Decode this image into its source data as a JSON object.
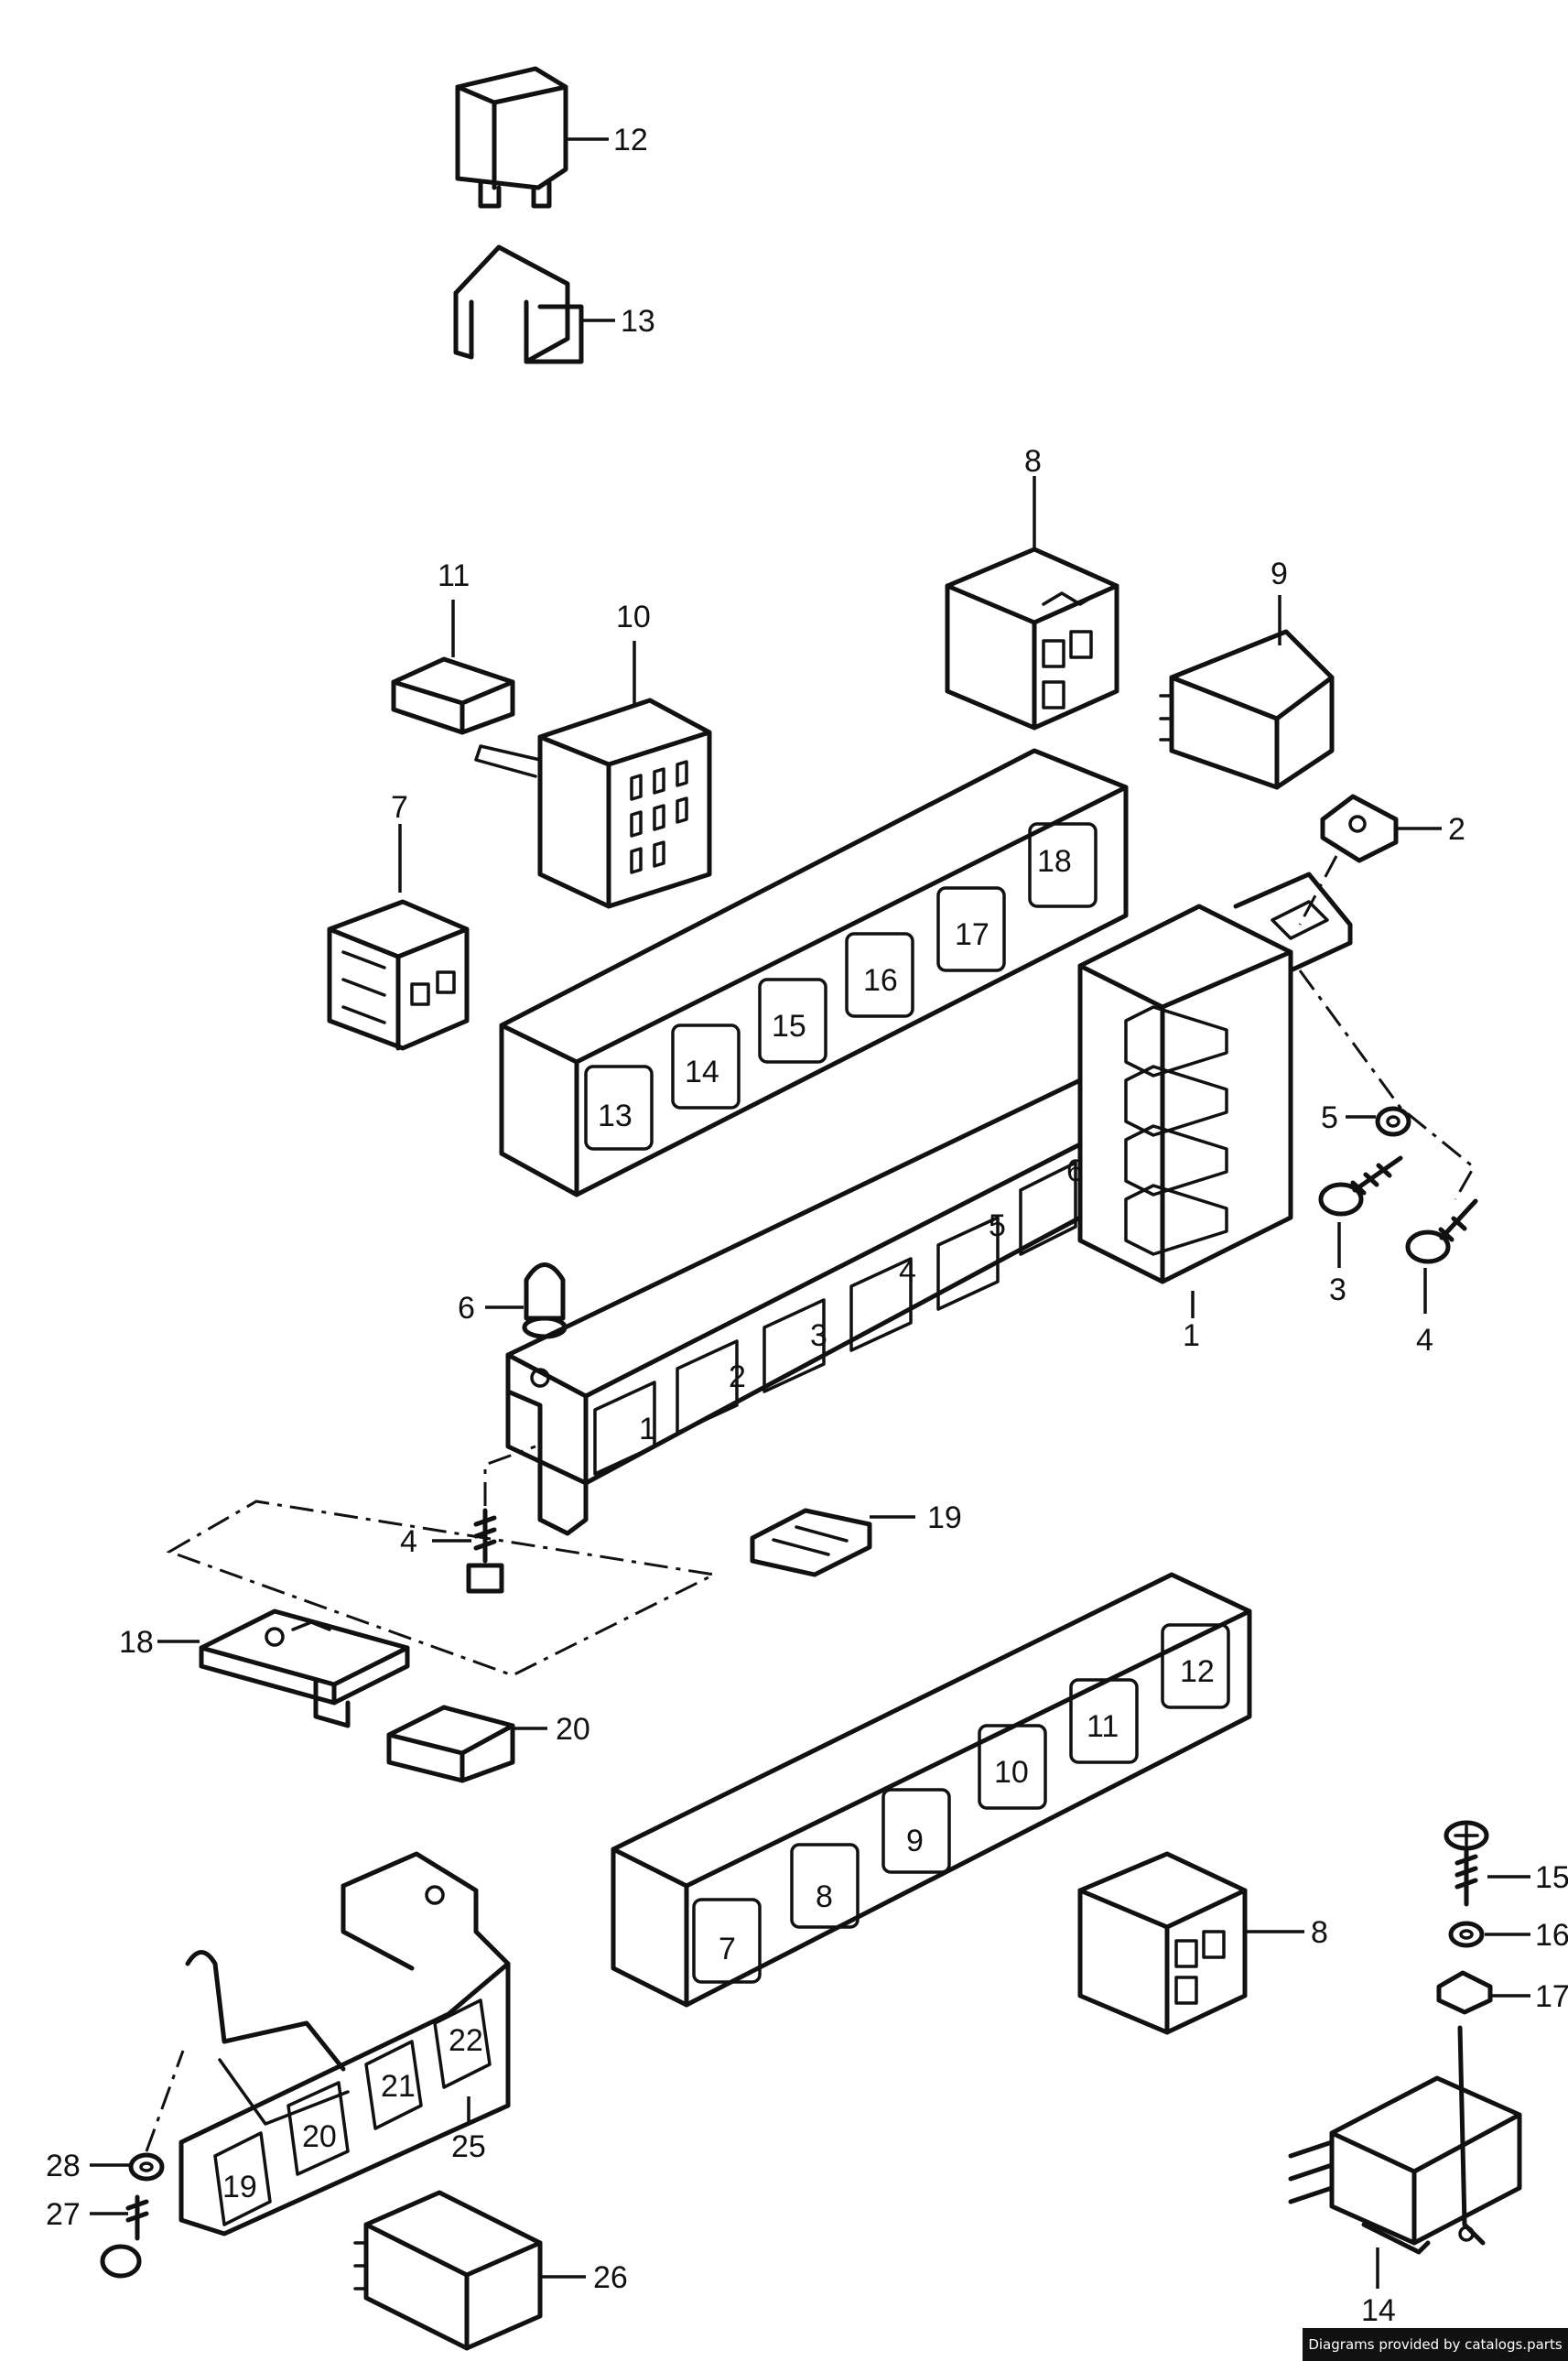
{
  "callouts": {
    "p12": "12",
    "p13": "13",
    "p8_top": "8",
    "p9": "9",
    "p11": "11",
    "p10": "10",
    "p7": "7",
    "p2": "2",
    "p5": "5",
    "p3": "3",
    "p4_right": "4",
    "p1": "1",
    "p6": "6",
    "p4_left": "4",
    "p19": "19",
    "p18": "18",
    "p20": "20",
    "p8_bottom": "8",
    "p15": "15",
    "p16": "16",
    "p17": "17",
    "p14": "14",
    "p28": "28",
    "p27": "27",
    "p25": "25",
    "p26": "26"
  },
  "slots": {
    "s1": "1",
    "s2": "2",
    "s3": "3",
    "s4": "4",
    "s5": "5",
    "s6": "6",
    "s7": "7",
    "s8": "8",
    "s9": "9",
    "s10": "10",
    "s11": "11",
    "s12": "12",
    "s13": "13",
    "s14": "14",
    "s15": "15",
    "s16": "16",
    "s17": "17",
    "s18": "18",
    "s19": "19",
    "s20": "20",
    "s21": "21",
    "s22": "22"
  },
  "credit": "Diagrams provided by catalogs.parts"
}
